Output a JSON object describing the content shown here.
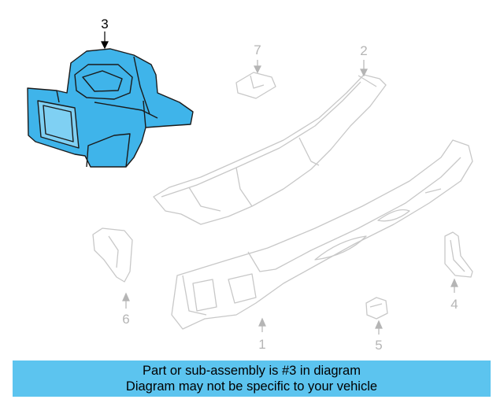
{
  "diagram": {
    "highlight_color": "#3fb4ea",
    "callouts": {
      "c1": "1",
      "c2": "2",
      "c3": "3",
      "c4": "4",
      "c5": "5",
      "c6": "6",
      "c7": "7"
    }
  },
  "banner": {
    "line1": "Part or sub-assembly is #3 in diagram",
    "line2": "Diagram may not be specific to your vehicle",
    "color": "#5cc4ef"
  }
}
